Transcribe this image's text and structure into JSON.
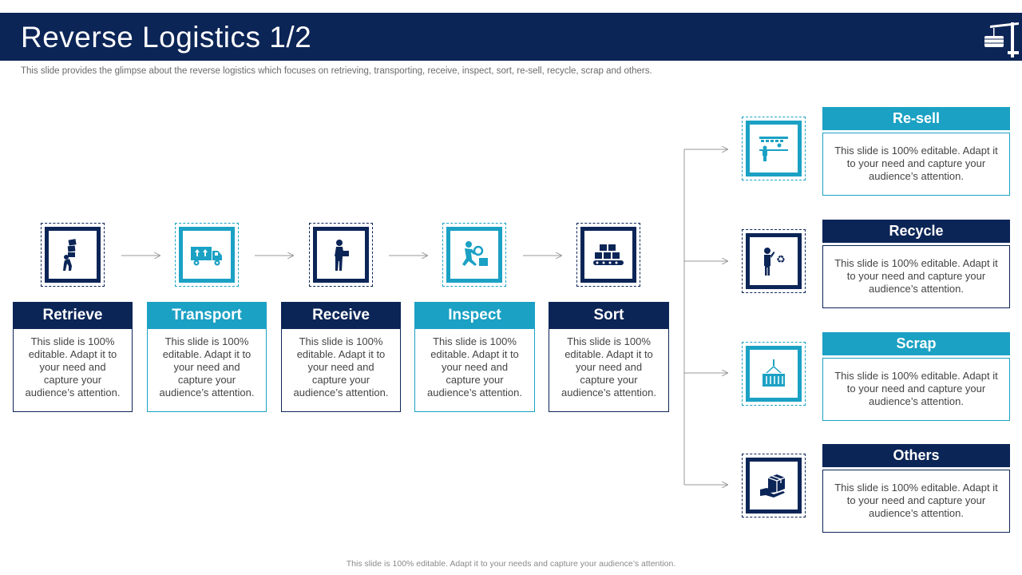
{
  "header": {
    "title": "Reverse Logistics 1/2",
    "subtitle": "This slide provides the glimpse about the reverse logistics which focuses on retrieving, transporting, receive, inspect, sort, re-sell, recycle, scrap and others."
  },
  "steps": [
    {
      "label": "Retrieve",
      "text": "This slide is 100% editable. Adapt it to your need and capture your audience’s attention.",
      "icon": "person-carrying-boxes-icon"
    },
    {
      "label": "Transport",
      "text": "This slide is 100% editable. Adapt it to your need and capture your audience’s attention.",
      "icon": "delivery-truck-icon"
    },
    {
      "label": "Receive",
      "text": "This slide is 100% editable. Adapt it to your need and capture your audience’s attention.",
      "icon": "person-receiving-box-icon"
    },
    {
      "label": "Inspect",
      "text": "This slide is 100% editable. Adapt it to your need and capture your audience’s attention.",
      "icon": "magnifier-inspection-icon"
    },
    {
      "label": "Sort",
      "text": "This slide is 100% editable. Adapt it to your need and capture your audience’s attention.",
      "icon": "conveyor-boxes-icon"
    }
  ],
  "outcomes": [
    {
      "label": "Re-sell",
      "text": "This slide is 100% editable. Adapt it to your need and capture your audience’s attention.",
      "icon": "shop-counter-icon"
    },
    {
      "label": "Recycle",
      "text": "This slide is 100% editable. Adapt it to your need and capture your audience’s attention.",
      "icon": "person-recycle-icon"
    },
    {
      "label": "Scrap",
      "text": "This slide is 100% editable. Adapt it to your need and capture your audience’s attention.",
      "icon": "hanging-container-icon"
    },
    {
      "label": "Others",
      "text": "This slide is 100% editable. Adapt it to your need and capture your audience’s attention.",
      "icon": "hand-holding-box-icon"
    }
  ],
  "footer": "This slide is 100% editable. Adapt it to your needs and capture your audience’s attention.",
  "colors": {
    "navy": "#0c2557",
    "teal": "#1ba1c4",
    "connector": "#9a9a9a"
  }
}
